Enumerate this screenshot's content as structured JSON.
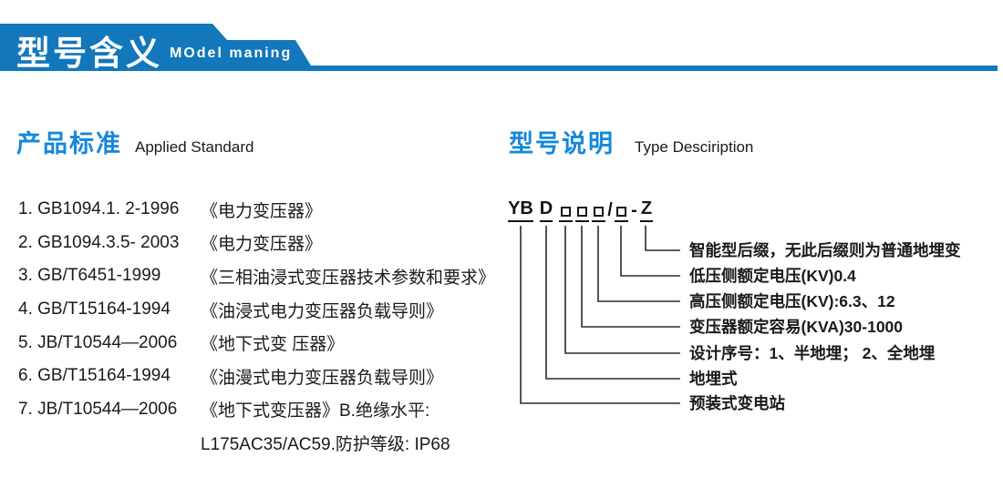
{
  "header": {
    "title_zh": "型号含义",
    "title_en": "MOdel maning"
  },
  "colors": {
    "banner_blue": "#1277bb",
    "heading_blue": "#1588da",
    "text": "#1a1a1a",
    "line": "#2b2b2b"
  },
  "sections": {
    "standards": {
      "title_zh": "产品标准",
      "title_en": "Applied Standard",
      "items": [
        {
          "code": "1. GB1094.1. 2-1996",
          "title": "《电力变压器》"
        },
        {
          "code": "2. GB1094.3.5- 2003",
          "title": "《电力变压器》"
        },
        {
          "code": "3. GB/T6451-1999",
          "title": "《三相油浸式变压器技术参数和要求》"
        },
        {
          "code": "4. GB/T15164-1994",
          "title": "《油浸式电力变压器负载导则》"
        },
        {
          "code": "5. JB/T10544—2006",
          "title": "《地下式变 压器》"
        },
        {
          "code": "6. GB/T15164-1994",
          "title": "《油漫式电力变压器负载导则》"
        },
        {
          "code": "7. JB/T10544—2006",
          "title": "《地下式变压器》B.绝缘水平:"
        }
      ],
      "continuation": "L175AC35/AC59.防护等级: IP68"
    },
    "model": {
      "title_zh": "型号说明",
      "title_en": "Type Desciription",
      "code_parts": {
        "yb": "YB",
        "d": "D",
        "slash": "/",
        "dash": "-",
        "z": "Z"
      },
      "labels": [
        "智能型后缀，无此后缀则为普通地埋变",
        "低压侧额定电压(KV)0.4",
        "高压侧额定电压(KV):6.3、12",
        "变压器额定容易(KVA)30-1000",
        "设计序号：1、半地埋； 2、全地埋",
        "地埋式",
        "预装式变电站"
      ]
    }
  }
}
